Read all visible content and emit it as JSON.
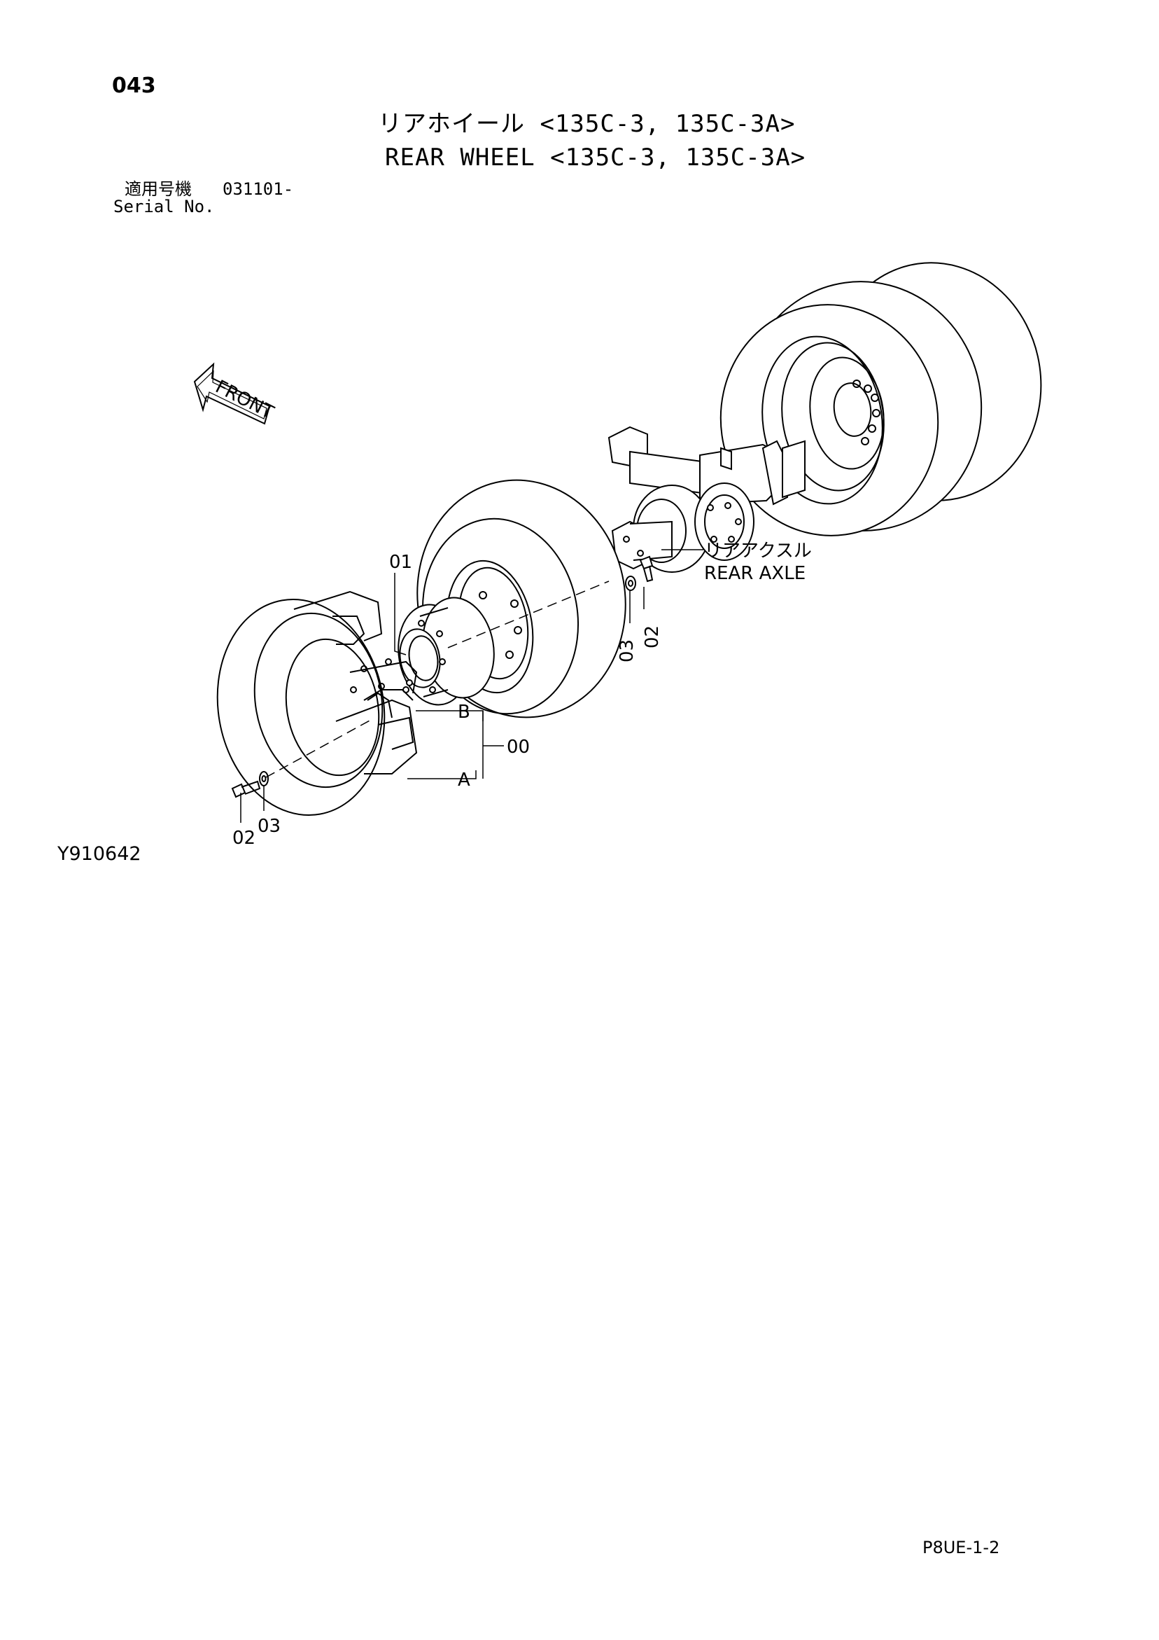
{
  "header": {
    "page_number": "043",
    "title_ja": "リアホイール <135C-3, 135C-3A>",
    "title_en": "REAR WHEEL <135C-3, 135C-3A>"
  },
  "serial": {
    "label_ja": "適用号機",
    "label_en": "Serial No.",
    "value": "031101-"
  },
  "diagram": {
    "front_label": "FRONT",
    "axle_label_ja": "リアアクスル",
    "axle_label_en": "REAR AXLE",
    "callouts": {
      "c00": "00",
      "c01": "01",
      "c02_left": "02",
      "c03_left": "03",
      "c02_right": "02",
      "c03_right": "03",
      "cA": "A",
      "cB": "B"
    }
  },
  "footer": {
    "figure_code": "Y910642",
    "page_code": "P8UE-1-2"
  }
}
